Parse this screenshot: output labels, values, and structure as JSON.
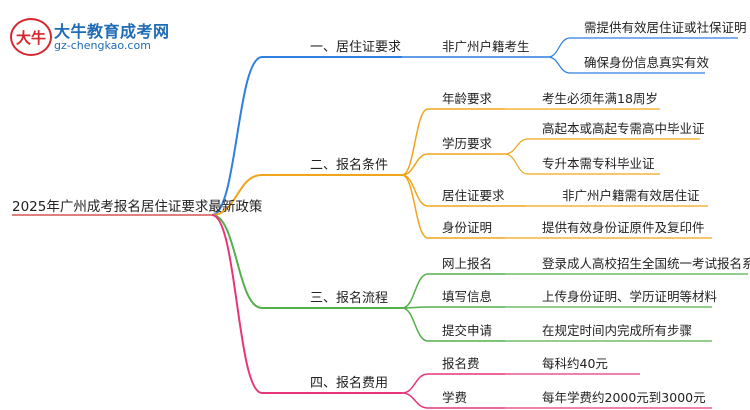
{
  "logo": {
    "mark": "大牛",
    "name": "大牛教育成考网",
    "url": "gz-chengkao.com"
  },
  "colors": {
    "blue": "#2f7fe0",
    "orange": "#f0a51b",
    "green": "#54b04a",
    "pink": "#e8357a",
    "root_line": "#cc3333"
  },
  "mindmap": {
    "root": "2025年广州成考报名居住证要求最新政策",
    "branches": [
      {
        "label": "一、居住证要求",
        "color": "blue",
        "children": [
          {
            "label": "非广州户籍考生",
            "children": [
              {
                "label": "需提供有效居住证或社保证明"
              },
              {
                "label": "确保身份信息真实有效"
              }
            ]
          }
        ]
      },
      {
        "label": "二、报名条件",
        "color": "orange",
        "children": [
          {
            "label": "年龄要求",
            "children": [
              {
                "label": "考生必须年满18周岁"
              }
            ]
          },
          {
            "label": "学历要求",
            "children": [
              {
                "label": "高起本或高起专需高中毕业证"
              },
              {
                "label": "专升本需专科毕业证"
              }
            ]
          },
          {
            "label": "居住证要求",
            "children": [
              {
                "label": "非广州户籍需有效居住证"
              }
            ]
          },
          {
            "label": "身份证明",
            "children": [
              {
                "label": "提供有效身份证原件及复印件"
              }
            ]
          }
        ]
      },
      {
        "label": "三、报名流程",
        "color": "green",
        "children": [
          {
            "label": "网上报名",
            "children": [
              {
                "label": "登录成人高校招生全国统一考试报名系统"
              }
            ]
          },
          {
            "label": "填写信息",
            "children": [
              {
                "label": "上传身份证明、学历证明等材料"
              }
            ]
          },
          {
            "label": "提交申请",
            "children": [
              {
                "label": "在规定时间内完成所有步骤"
              }
            ]
          }
        ]
      },
      {
        "label": "四、报名费用",
        "color": "pink",
        "children": [
          {
            "label": "报名费",
            "children": [
              {
                "label": "每科约40元"
              }
            ]
          },
          {
            "label": "学费",
            "children": [
              {
                "label": "每年学费约2000元到3000元"
              }
            ]
          }
        ]
      }
    ]
  }
}
